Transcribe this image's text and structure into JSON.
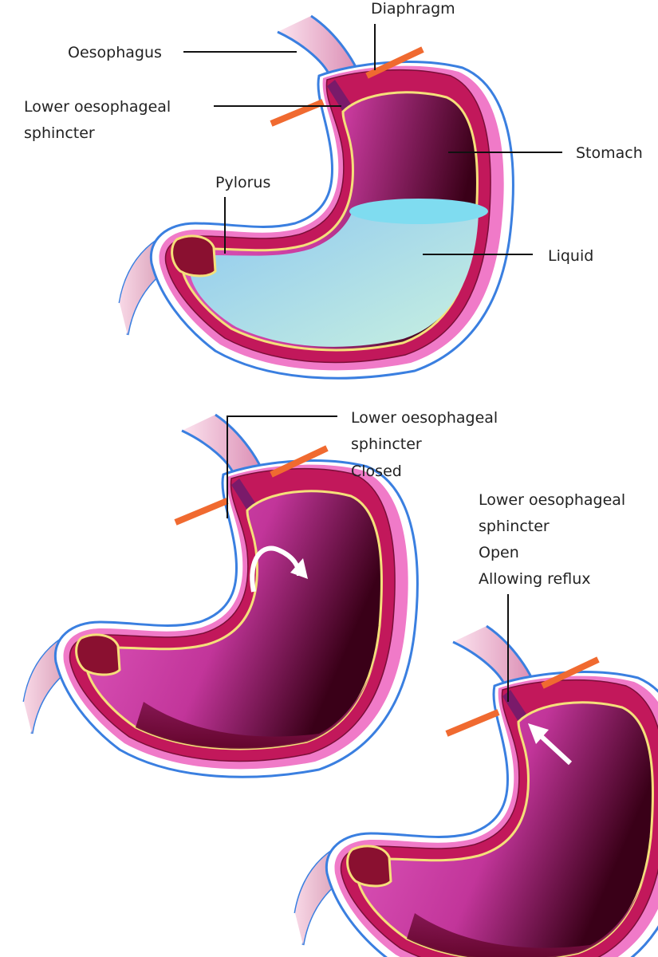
{
  "labels": {
    "diaphragm": "Diaphragm",
    "oesophagus": "Oesophagus",
    "les_line1": "Lower oesophageal",
    "les_line2": "sphincter",
    "stomach": "Stomach",
    "pylorus": "Pylorus",
    "liquid": "Liquid",
    "closed_line1": "Lower oesophageal",
    "closed_line2": "sphincter",
    "closed_line3": "Closed",
    "open_line1": "Lower oesophageal",
    "open_line2": "sphincter",
    "open_line3": "Open",
    "open_line4": "Allowing reflux"
  },
  "colors": {
    "outer_membrane": "#3a7fe0",
    "pink_layer": "#f07ac8",
    "wall": "#c2185b",
    "wall_inner": "#a0154b",
    "lining": "#f5e07a",
    "diaphragm": "#f06a30",
    "oesophagus": "#e8a8c8",
    "cavity_light": "#d64fb8",
    "cavity_dark": "#3a0018",
    "liquid_top": "#7fdcf0",
    "liquid_body": "#a8d8ee",
    "arrow": "#ffffff"
  }
}
